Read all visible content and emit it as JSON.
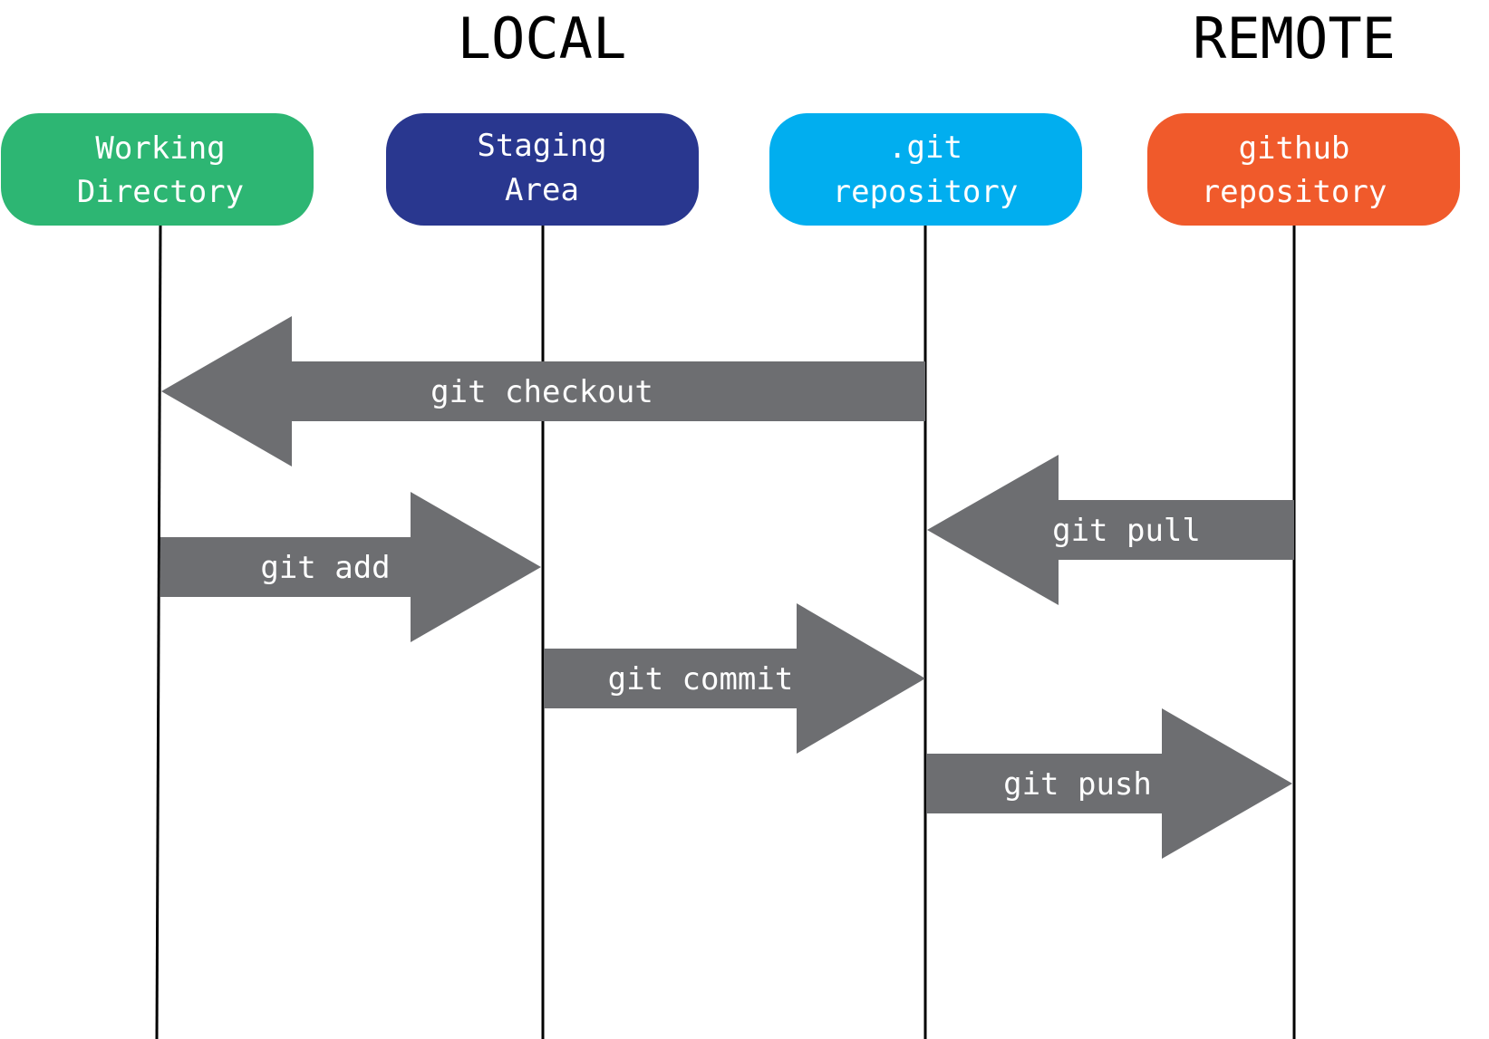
{
  "headings": {
    "local": "LOCAL",
    "remote": "REMOTE"
  },
  "boxes": [
    {
      "id": "working-directory",
      "lines": [
        "Working",
        "Directory"
      ],
      "color": "#2db673"
    },
    {
      "id": "staging-area",
      "lines": [
        "Staging",
        "Area"
      ],
      "color": "#29378f"
    },
    {
      "id": "git-repository",
      "lines": [
        ".git",
        "repository"
      ],
      "color": "#01aeef"
    },
    {
      "id": "github-repository",
      "lines": [
        "github",
        "repository"
      ],
      "color": "#f05a2b"
    }
  ],
  "arrows": [
    {
      "id": "git-checkout",
      "label": "git checkout",
      "from": "git-repository",
      "to": "working-directory"
    },
    {
      "id": "git-pull",
      "label": "git pull",
      "from": "github-repository",
      "to": "git-repository"
    },
    {
      "id": "git-add",
      "label": "git add",
      "from": "working-directory",
      "to": "staging-area"
    },
    {
      "id": "git-commit",
      "label": "git commit",
      "from": "staging-area",
      "to": "git-repository"
    },
    {
      "id": "git-push",
      "label": "git push",
      "from": "git-repository",
      "to": "github-repository"
    }
  ],
  "colors": {
    "arrow": "#6d6e71",
    "lifeline": "#000000",
    "label_text": "#ffffff",
    "heading_text": "#000000"
  }
}
